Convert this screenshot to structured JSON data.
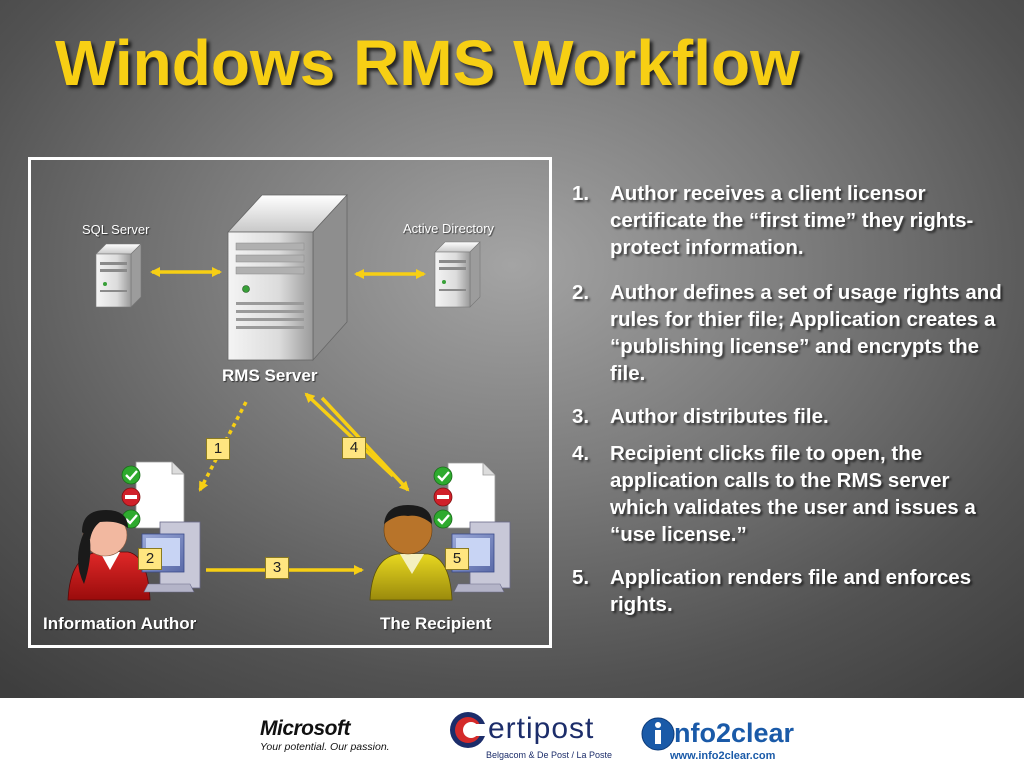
{
  "title": "Windows RMS Workflow",
  "diagram": {
    "nodes": {
      "sql_server": "SQL Server",
      "active_directory": "Active Directory",
      "rms_server": "RMS Server",
      "information_author": "Information Author",
      "the_recipient": "The Recipient"
    },
    "badges": [
      "1",
      "2",
      "3",
      "4",
      "5"
    ]
  },
  "steps": [
    {
      "number": "1.",
      "text": "Author receives a client licensor certificate the “first time” they rights-protect information."
    },
    {
      "number": "2.",
      "text": "Author defines a set of usage rights and rules for thier file; Application creates a “publishing license” and encrypts the file."
    },
    {
      "number": "3.",
      "text": "Author distributes file."
    },
    {
      "number": "4.",
      "text": "Recipient clicks file to open, the application calls to the RMS server which validates the user and issues a “use license.”"
    },
    {
      "number": "5.",
      "text": "Application renders file and enforces rights."
    }
  ],
  "footer": {
    "microsoft_name": "Microsoft",
    "microsoft_tagline": "Your potential. Our passion.",
    "certipost_name": "ertipost",
    "certipost_tagline": "Belgacom & De Post / La Poste",
    "info2clear_name": "nfo2clear",
    "info2clear_url": "www.info2clear.com"
  },
  "colors": {
    "title": "#f7cf14",
    "arrow": "#f7cf14",
    "badge": "#ffe680",
    "check": "#2eaa2e",
    "stop": "#d0202a"
  }
}
